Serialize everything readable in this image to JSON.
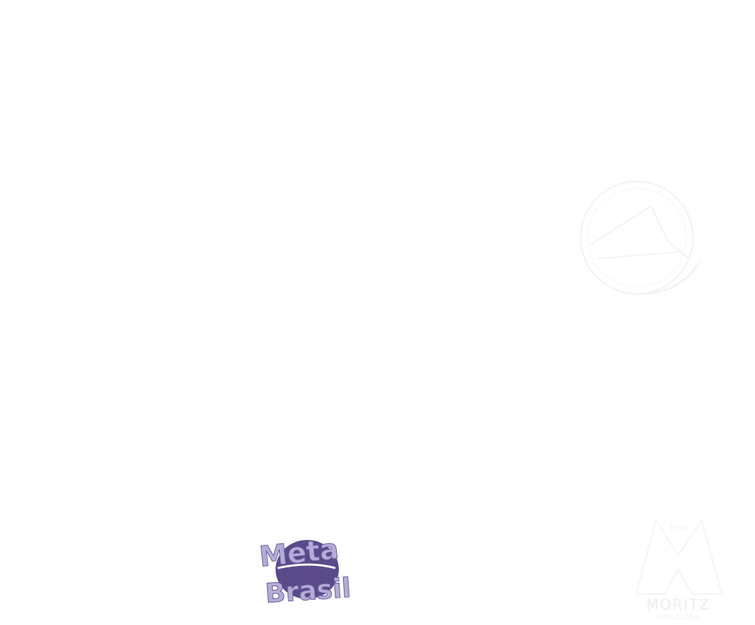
{
  "logos": [
    {
      "name": "seal-logo",
      "text": ""
    },
    {
      "name": "meta-brasil-logo",
      "line1": "Meta",
      "line2": "Brasil",
      "colors": {
        "circle": "#5a4a8a",
        "letters": "#b3acd8"
      }
    },
    {
      "name": "moritz-logo",
      "year": "1856",
      "brand": "MORITZ",
      "city": "BARCELONA"
    }
  ],
  "colors": {
    "background": "#ffffff",
    "faint": "#f4f4f6"
  }
}
